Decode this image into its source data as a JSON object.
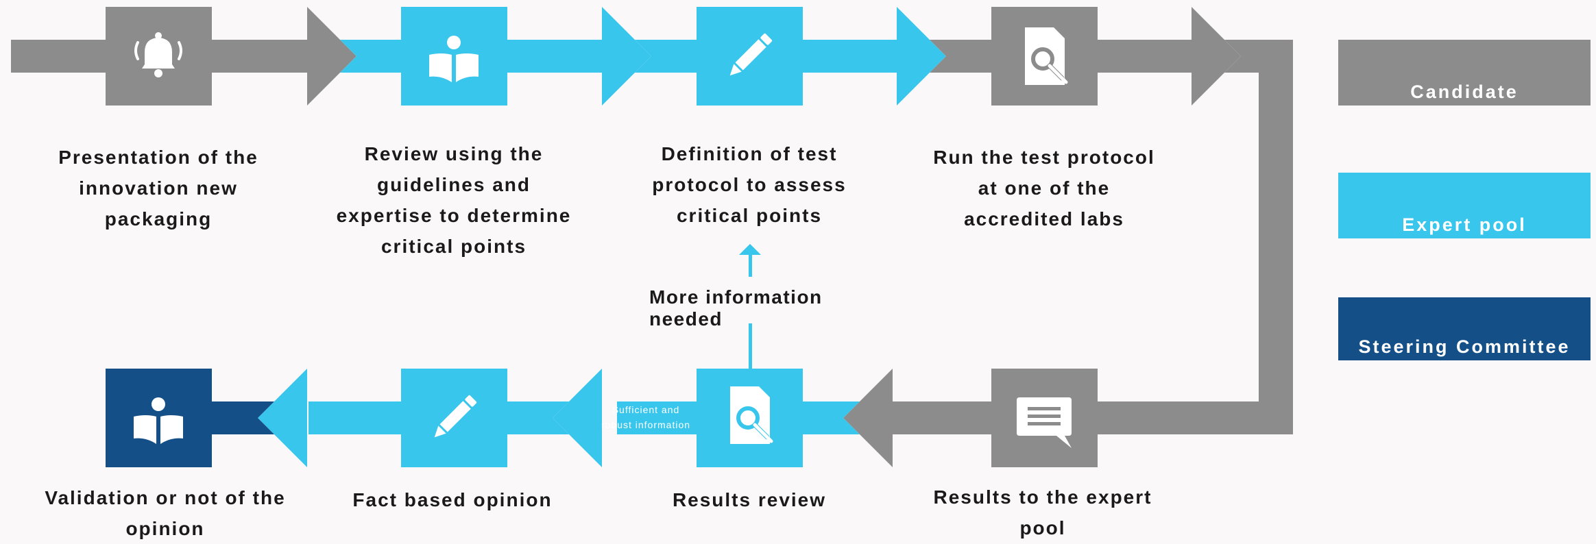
{
  "colors": {
    "candidate": "#8c8c8c",
    "expert_pool": "#38c6ec",
    "steering_committee": "#145087",
    "background": "#faf8f8",
    "icon": "#ffffff"
  },
  "steps": [
    {
      "id": "presentation",
      "text": "Presentation of the innovation new packaging",
      "lines": [
        "Presentation of the",
        "innovation new",
        "packaging"
      ],
      "actor": "Candidate",
      "icon": "bell-icon"
    },
    {
      "id": "review",
      "text": "Review using the guidelines and expertise to determine critical points",
      "lines": [
        "Review using the",
        "guidelines and",
        "expertise to determine",
        "critical points"
      ],
      "actor": "Expert pool",
      "icon": "reader-icon"
    },
    {
      "id": "definition",
      "text": "Definition of test protocol to assess critical points",
      "lines": [
        "Definition of test",
        "protocol to assess",
        "critical points"
      ],
      "actor": "Expert pool",
      "icon": "pencil-icon"
    },
    {
      "id": "run",
      "text": "Run the test protocol at one of the accredited labs",
      "lines": [
        "Run the test protocol",
        "at one of the",
        "accredited labs"
      ],
      "actor": "Candidate",
      "icon": "document-search-icon"
    },
    {
      "id": "results-to-pool",
      "text": "Results to the expert pool",
      "lines": [
        "Results to the expert",
        "pool"
      ],
      "actor": "Candidate",
      "icon": "comment-icon"
    },
    {
      "id": "results-review",
      "text": "Results review",
      "lines": [
        "Results review"
      ],
      "actor": "Expert pool",
      "icon": "document-search-icon"
    },
    {
      "id": "fact-opinion",
      "text": "Fact based opinion",
      "lines": [
        "Fact based opinion"
      ],
      "actor": "Expert pool",
      "icon": "pencil-icon"
    },
    {
      "id": "validation",
      "text": "Validation or not of the opinion",
      "lines": [
        "Validation or not of the",
        "opinion"
      ],
      "actor": "Steering Committee",
      "icon": "reader-icon"
    }
  ],
  "feedback": {
    "more_info_line1": "More information",
    "more_info_line2": "needed",
    "sufficient_line1": "Sufficient and",
    "sufficient_line2": "robust information"
  },
  "legend": [
    {
      "label": "Candidate",
      "color": "#8c8c8c"
    },
    {
      "label": "Expert pool",
      "color": "#38c6ec"
    },
    {
      "label": "Steering Committee",
      "color": "#145087"
    }
  ]
}
